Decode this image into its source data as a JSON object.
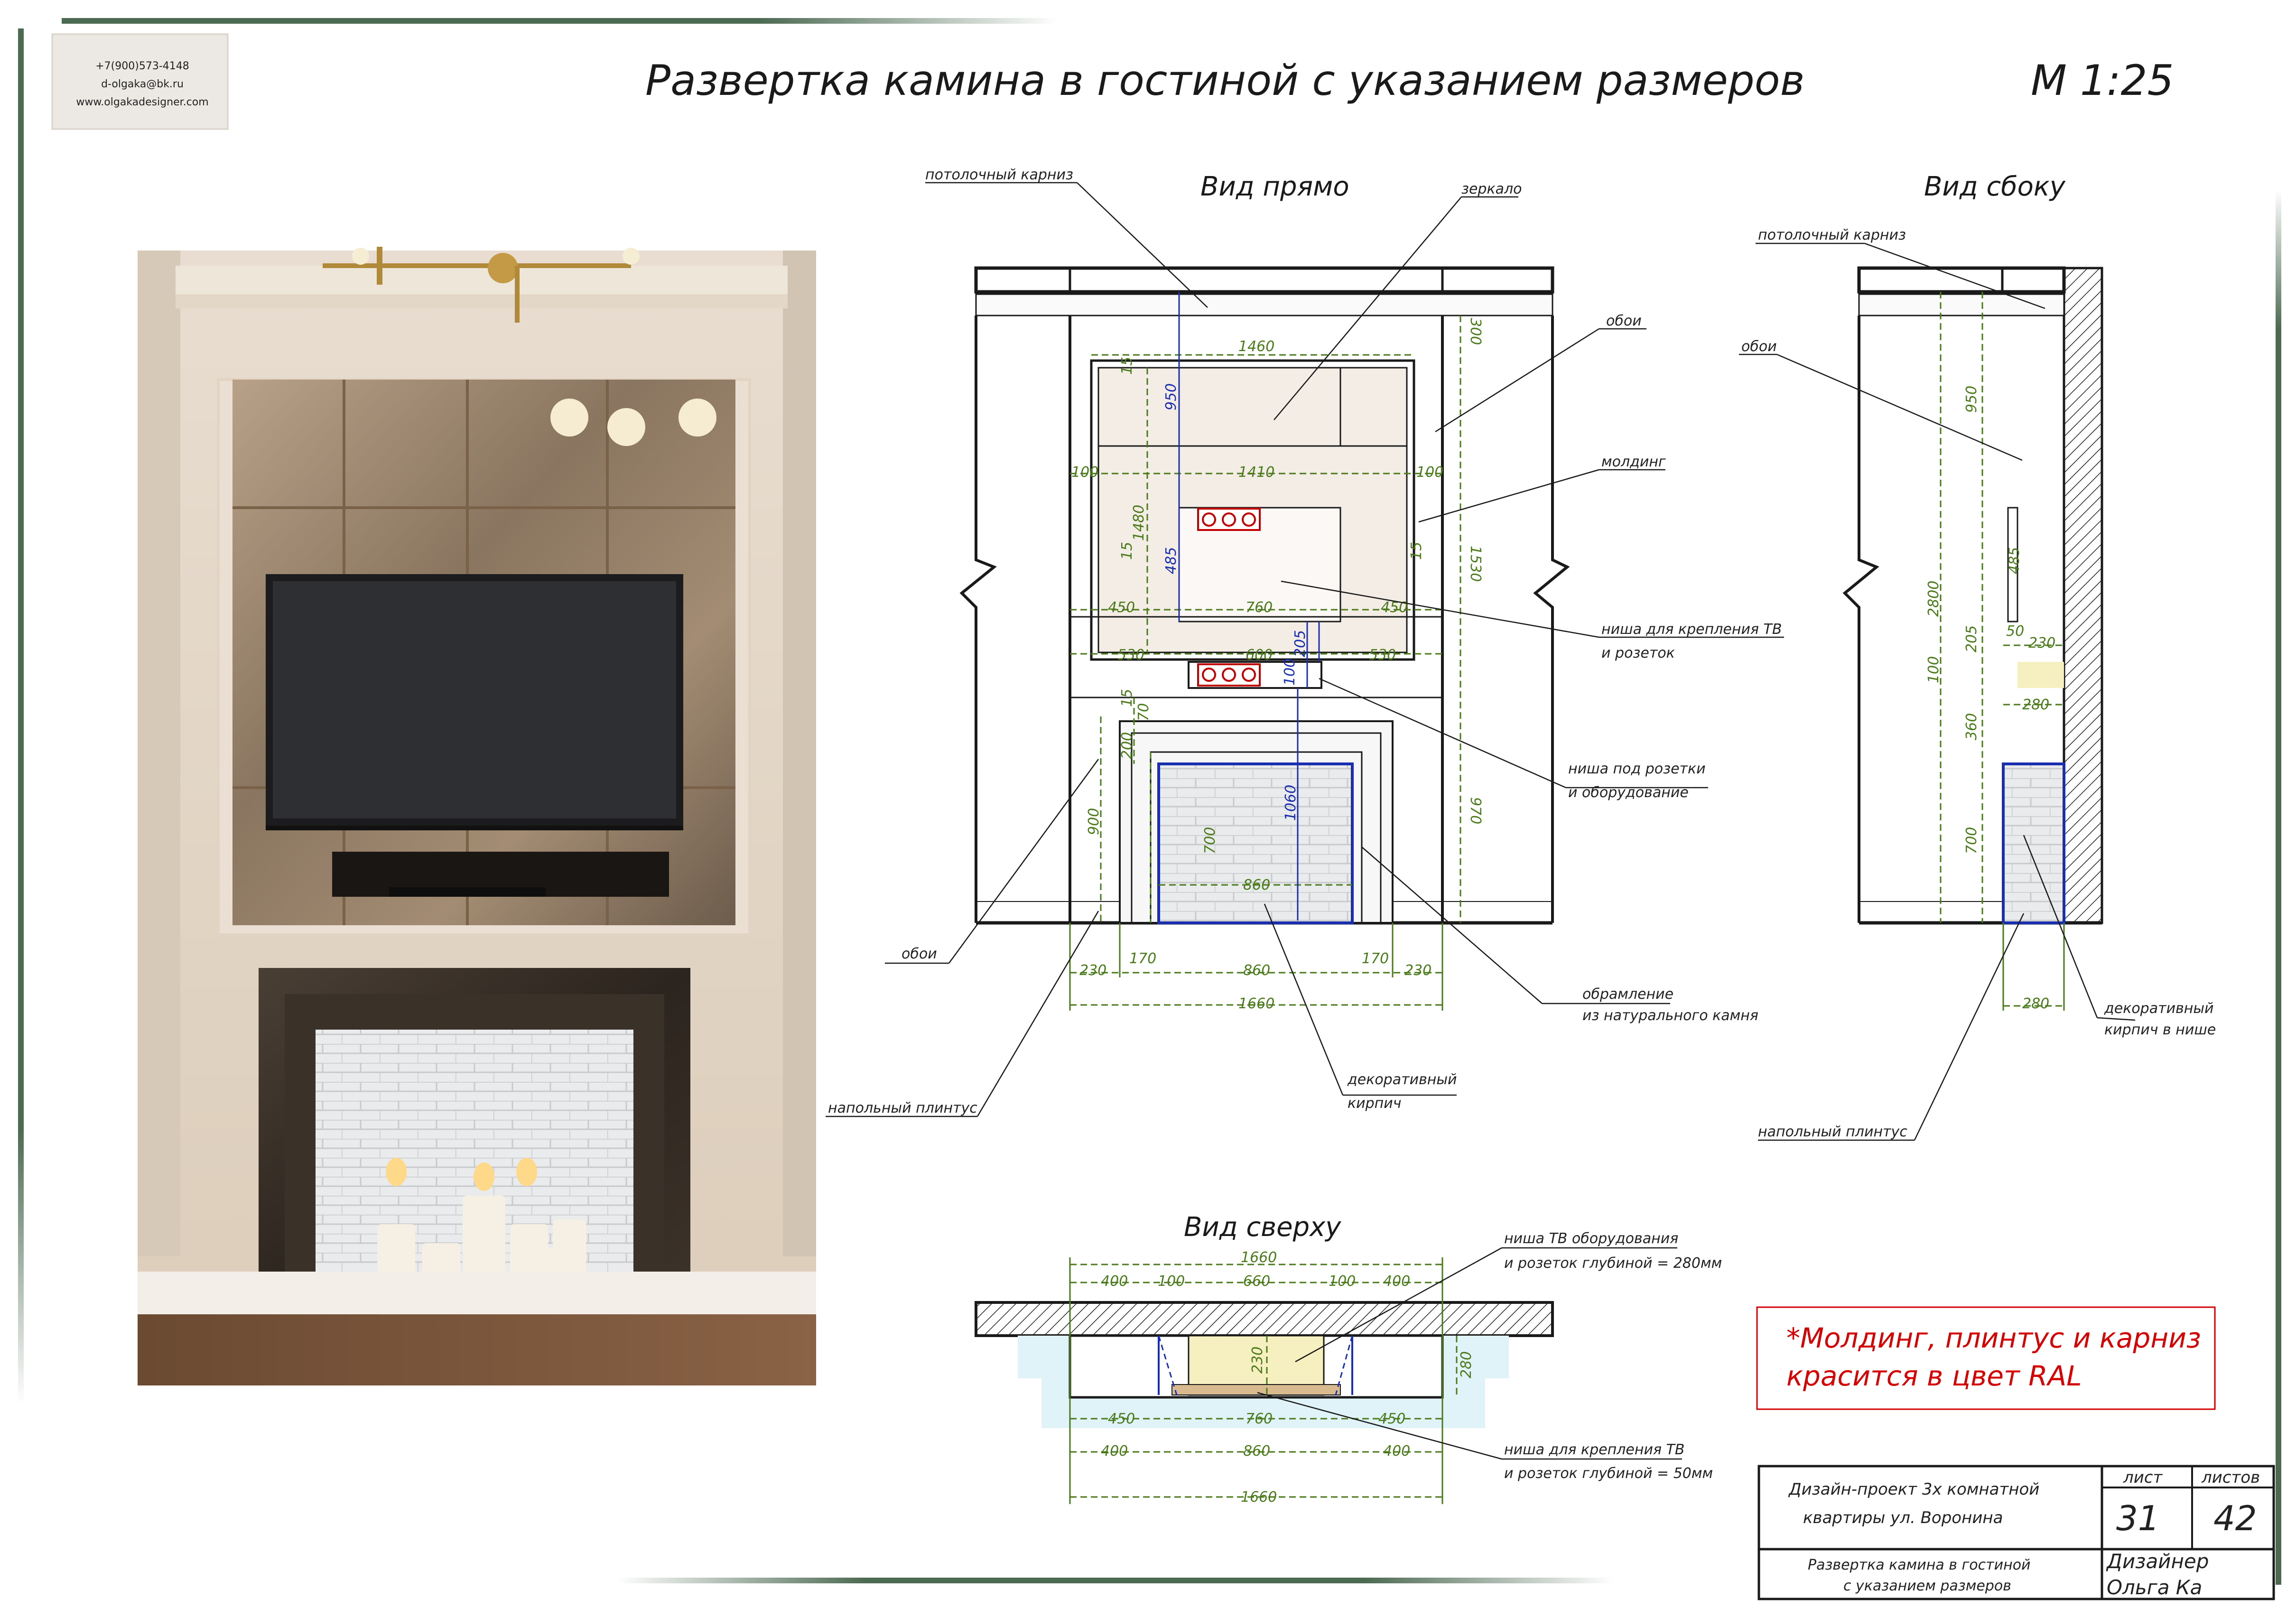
{
  "title": "Развертка камина в гостиной с указанием размеров",
  "scale": "М 1:25",
  "contacts": {
    "phone": "+7(900)573-4148",
    "email": "d-olgaka@bk.ru",
    "site": "www.olgakadesigner.com"
  },
  "views": {
    "front": "Вид прямо",
    "side": "Вид сбоку",
    "top": "Вид сверху"
  },
  "labels": {
    "ceiling_cornice": "потолочный карниз",
    "mirror": "зеркало",
    "wallpaper": "обои",
    "molding": "молдинг",
    "tv_niche_1": "ниша для крепления ТВ",
    "tv_niche_2": "и розеток",
    "socket_niche_1": "ниша под розетки",
    "socket_niche_2": "и оборудование",
    "stone_frame_1": "обрамление",
    "stone_frame_2": "из натурального камня",
    "deco_brick_1": "декоративный",
    "deco_brick_2": "кирпич",
    "floor_plinth": "напольный плинтус",
    "side_ceiling_cornice": "потолочный карниз",
    "side_wallpaper": "обои",
    "side_brick_1": "декоративный",
    "side_brick_2": "кирпич в нише",
    "side_floor_plinth": "напольный плинтус",
    "top_niche_a1": "ниша ТВ оборудования",
    "top_niche_a2": "и розеток глубиной = 280мм",
    "top_niche_b1": "ниша для крепления ТВ",
    "top_niche_b2": "и розеток глубиной = 50мм",
    "front_wallpaper_left": "обои"
  },
  "front_dims": {
    "d1460": "1460",
    "d100a": "100",
    "d1410": "1410",
    "d100b": "100",
    "d950": "950",
    "d485": "485",
    "d1480": "1480",
    "d1530": "1530",
    "d450a": "450",
    "d760": "760",
    "d450b": "450",
    "d530a": "530",
    "d600": "600",
    "d530b": "530",
    "d205": "205",
    "d100c": "100",
    "d300": "300",
    "d200": "200",
    "d70": "70",
    "d1060": "1060",
    "d700": "700",
    "d900": "900",
    "d970": "970",
    "d860": "860",
    "d230a": "230",
    "d170a": "170",
    "d860b": "860",
    "d170b": "170",
    "d230b": "230",
    "d1660": "1660",
    "d15a": "15",
    "d15b": "15",
    "d15c": "15",
    "d15d": "15"
  },
  "side_dims": {
    "s950": "950",
    "s485": "485",
    "s2800": "2800",
    "s205": "205",
    "s50": "50",
    "s230": "230",
    "s100": "100",
    "s280a": "280",
    "s360": "360",
    "s700": "700",
    "s280b": "280"
  },
  "top_dims": {
    "t1660a": "1660",
    "t400a": "400",
    "t100a": "100",
    "t660": "660",
    "t100b": "100",
    "t400b": "400",
    "t230": "230",
    "t280": "280",
    "t450a": "450",
    "t760": "760",
    "t450b": "450",
    "t400c": "400",
    "t860": "860",
    "t400d": "400",
    "t1660b": "1660"
  },
  "note": {
    "line1": "*Молдинг, плинтус и карниз",
    "line2": "красится в цвет RAL"
  },
  "stamp": {
    "project_1": "Дизайн-проект 3х комнатной",
    "project_2": "квартиры ул. Воронина",
    "sheet_label": "лист",
    "sheets_label": "листов",
    "sheet_no": "31",
    "sheets_total": "42",
    "drawing_1": "Развертка камина в гостиной",
    "drawing_2": "с указанием размеров",
    "designer_label": "Дизайнер",
    "designer_name": "Ольга Ка"
  },
  "colors": {
    "dim_green": "#4a7a1a",
    "dim_blue": "#1a2fb0",
    "note_red": "#d40000",
    "niche_yellow": "#f6f0c0",
    "ground_blue": "#dff3f8"
  }
}
